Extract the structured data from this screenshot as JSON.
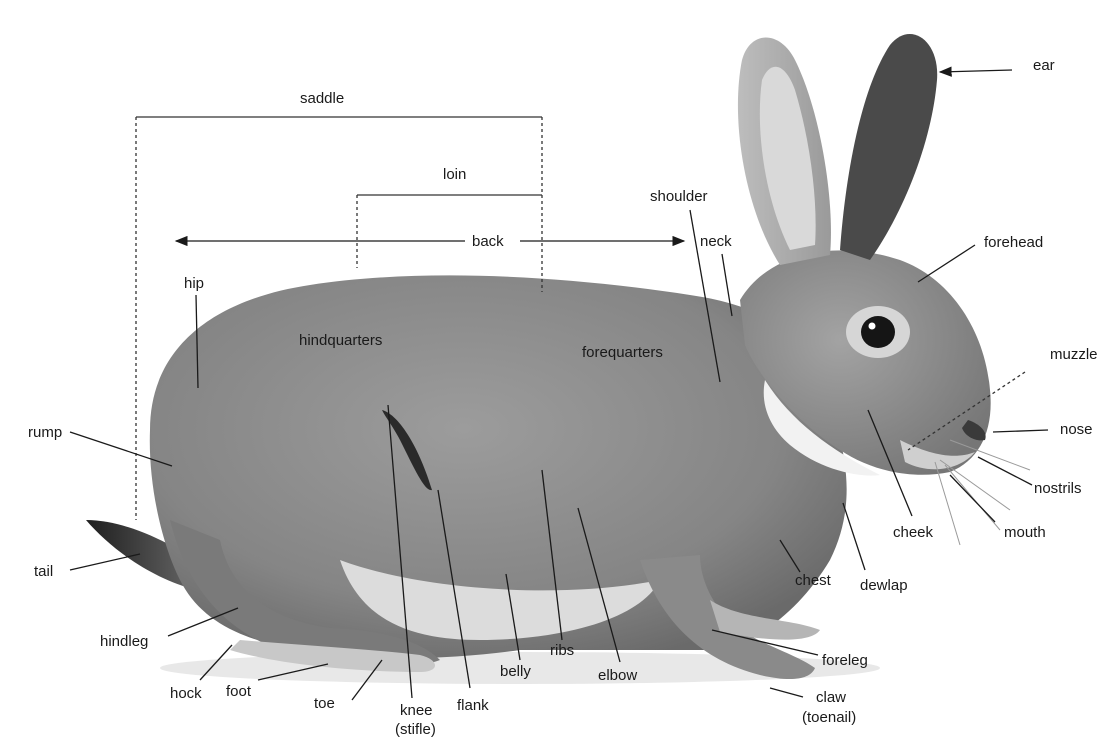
{
  "labels": {
    "saddle": "saddle",
    "loin": "loin",
    "back": "back",
    "shoulder": "shoulder",
    "neck": "neck",
    "ear": "ear",
    "forehead": "forehead",
    "hip": "hip",
    "hindquarters": "hindquarters",
    "forequarters": "forequarters",
    "muzzle": "muzzle",
    "nose": "nose",
    "nostrils": "nostrils",
    "mouth": "mouth",
    "cheek": "cheek",
    "rump": "rump",
    "tail": "tail",
    "hindleg": "hindleg",
    "hock": "hock",
    "foot": "foot",
    "toe": "toe",
    "knee_line1": "knee",
    "knee_line2": "(stifle)",
    "flank": "flank",
    "belly": "belly",
    "ribs": "ribs",
    "elbow": "elbow",
    "chest": "chest",
    "dewlap": "dewlap",
    "foreleg": "foreleg",
    "claw_line1": "claw",
    "claw_line2": "(toenail)"
  },
  "colors": {
    "background": "#ffffff",
    "fur": "#8d8d8d",
    "fur_dark": "#5e5e5e",
    "fur_light": "#e6e6e6",
    "text": "#1a1a1a"
  }
}
